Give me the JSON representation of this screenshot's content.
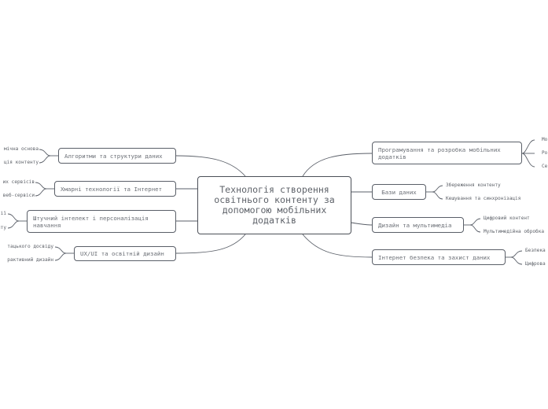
{
  "central": "Технологія створення освітнього контенту за допомогою мобільних додатків",
  "right": [
    {
      "label": "Програмування та розробка мобільних додатків",
      "children": [
        "Мо",
        "Ро",
        "Се"
      ]
    },
    {
      "label": "Бази даних",
      "children": [
        "Збереження контенту",
        "Кешування та синхронізація"
      ]
    },
    {
      "label": "Дизайн та мультимедіа",
      "children": [
        "Цифровий контент",
        "Мультимедійна обробка"
      ]
    },
    {
      "label": "Інтернет безпека та захист даних",
      "children": [
        "Безпека",
        "Цифрова"
      ]
    }
  ],
  "left": [
    {
      "label": "Алгоритми та структури даних",
      "children": [
        "мічна основа",
        "ція контенту"
      ]
    },
    {
      "label": "Хмарні технології та Інтернет",
      "children": [
        "их сервісів",
        "веб-сервіси"
      ]
    },
    {
      "label": "Штучний інтелект і персоналізація навчання",
      "children": [
        "ії",
        "нту"
      ]
    },
    {
      "label": "UX/UI та освітній дизайн",
      "children": [
        "тацького досвіду",
        "рактивний дизайн"
      ]
    }
  ]
}
